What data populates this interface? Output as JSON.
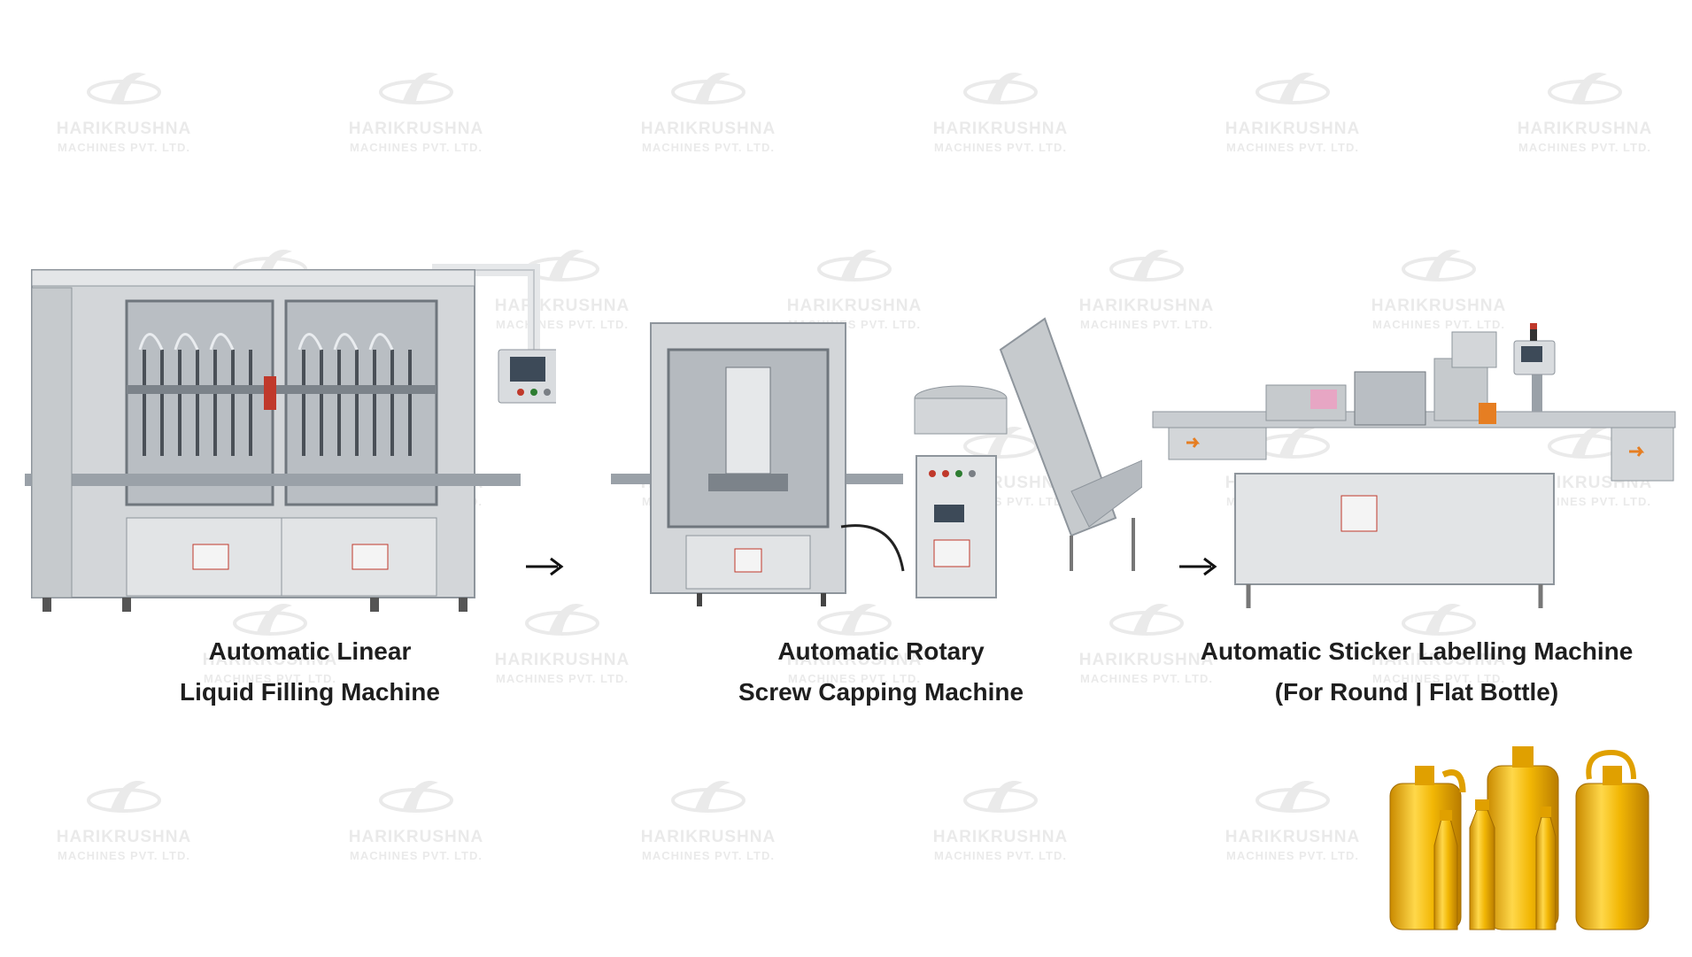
{
  "watermark": {
    "brand": "HARIKRUSHNA",
    "subtitle": "MACHINES PVT. LTD.",
    "color": "#e7e7e7"
  },
  "steps": [
    {
      "id": "filling",
      "line1": "Automatic Linear",
      "line2": "Liquid Filling Machine",
      "icon": "liquid-filling-machine"
    },
    {
      "id": "capping",
      "line1": "Automatic Rotary",
      "line2": "Screw Capping Machine",
      "icon": "screw-capping-machine"
    },
    {
      "id": "labelling",
      "line1": "Automatic Sticker Labelling Machine",
      "line2": "(For Round | Flat Bottle)",
      "icon": "sticker-labelling-machine"
    }
  ],
  "arrows": [
    "arrow-right-icon",
    "arrow-right-icon"
  ],
  "product": {
    "icon": "oil-bottles",
    "accent": "#f2b705"
  },
  "colors": {
    "steel": "#c9cdd1",
    "steel_dark": "#8e959c",
    "text": "#1e1e1e",
    "oil": "#f2b705"
  }
}
